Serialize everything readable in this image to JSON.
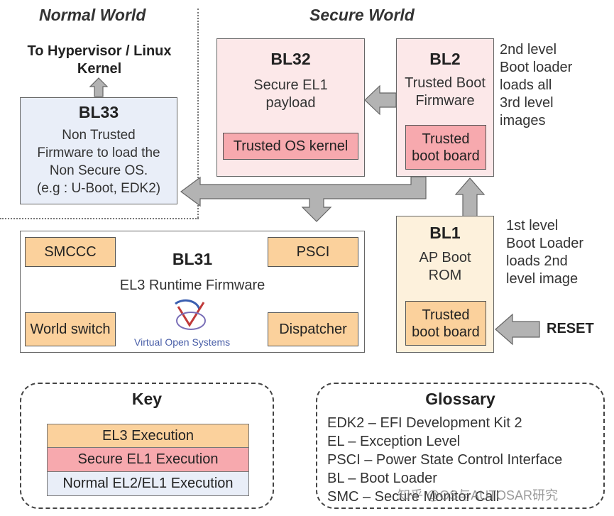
{
  "worlds": {
    "normal": "Normal World",
    "secure": "Secure World"
  },
  "top_note": {
    "line1": "To Hypervisor / Linux",
    "line2": "Kernel"
  },
  "bl33": {
    "title": "BL33",
    "lines": [
      "Non Trusted",
      "Firmware to load the",
      "Non Secure OS.",
      "(e.g : U-Boot, EDK2)"
    ]
  },
  "bl32": {
    "title": "BL32",
    "lines": [
      "Secure EL1",
      "payload"
    ],
    "inner": "Trusted OS kernel"
  },
  "bl2": {
    "title": "BL2",
    "lines": [
      "Trusted Boot",
      "Firmware"
    ],
    "inner_lines": [
      "Trusted",
      "boot board"
    ],
    "note": [
      "2nd level",
      "Boot loader",
      "loads all",
      "3rd level",
      "images"
    ]
  },
  "bl31": {
    "title": "BL31",
    "subtitle": "EL3 Runtime Firmware",
    "corners": [
      "SMCCC",
      "PSCI",
      "World switch",
      "Dispatcher"
    ],
    "logo_text": "Virtual Open Systems"
  },
  "bl1": {
    "title": "BL1",
    "lines": [
      "AP Boot",
      "ROM"
    ],
    "inner_lines": [
      "Trusted",
      "boot board"
    ],
    "note": [
      "1st level",
      "Boot Loader",
      "loads 2nd",
      "level image"
    ],
    "reset": "RESET"
  },
  "key": {
    "title": "Key",
    "rows": [
      "EL3 Execution",
      "Secure EL1 Execution",
      "Normal EL2/EL1 Execution"
    ]
  },
  "glossary": {
    "title": "Glossary",
    "lines": [
      "EDK2 – EFI Development Kit 2",
      "EL – Exception Level",
      "PSCI – Power State Control Interface",
      "BL – Boot Loader",
      "SMC – Secure Monitor Call"
    ]
  },
  "watermark": "知乎 @OS与AUTOSAR研究",
  "colors": {
    "el3": "#fbd19c",
    "secure_el1": "#f7a9ae",
    "normal": "#e9eef8"
  }
}
